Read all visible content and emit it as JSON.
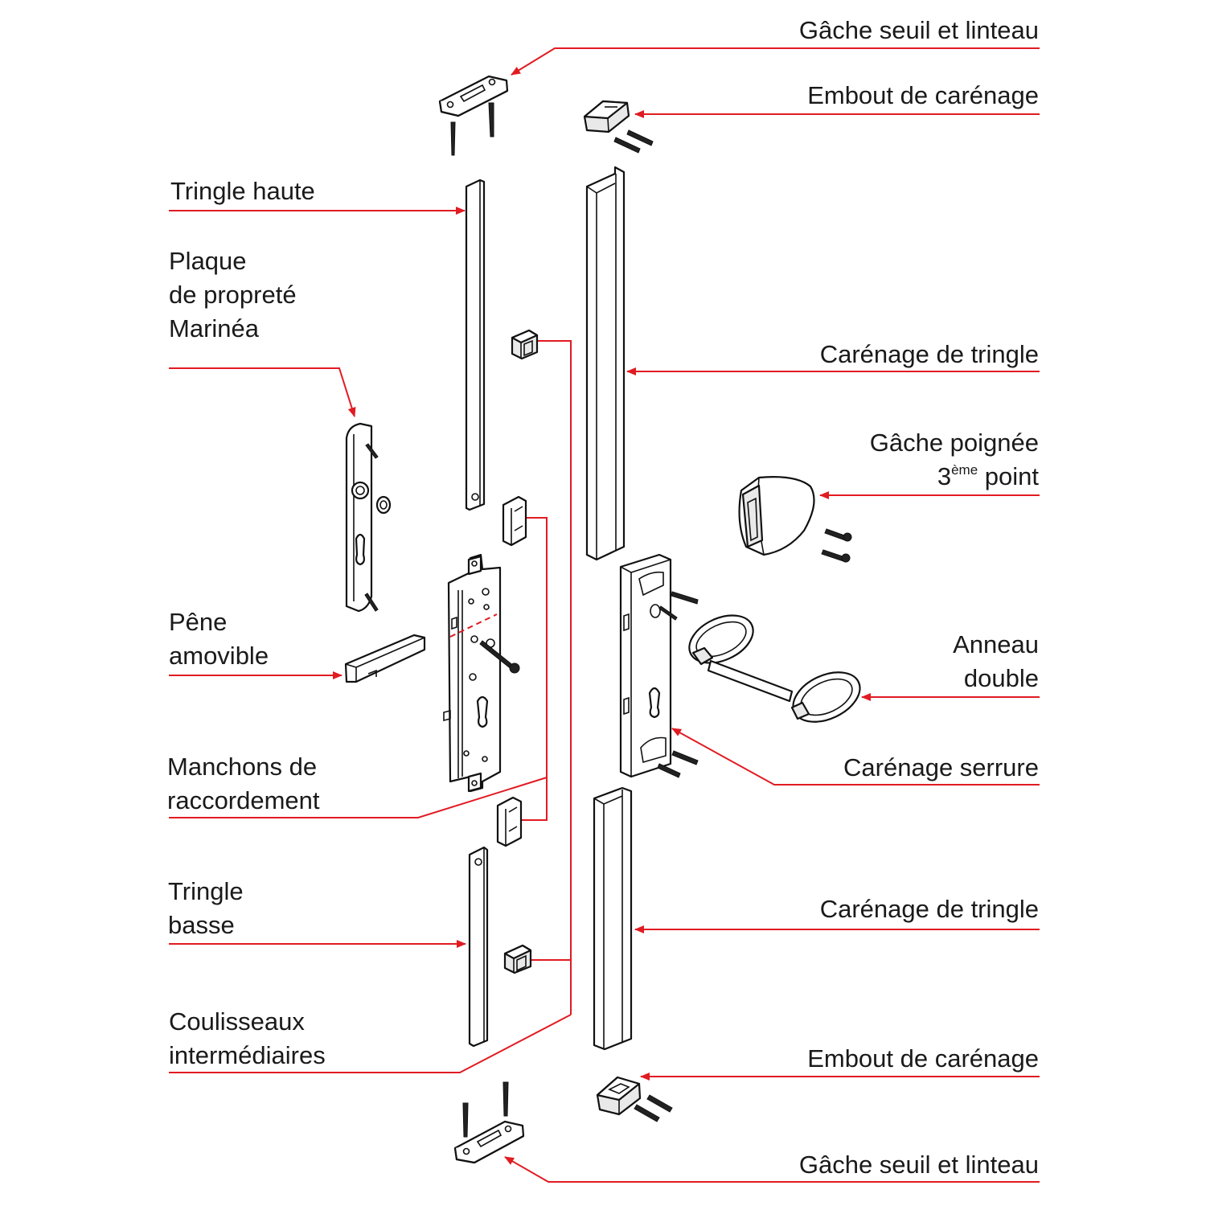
{
  "labels": {
    "gache_seuil_top": "Gâche seuil et linteau",
    "embout_top": "Embout de carénage",
    "tringle_haute": "Tringle haute",
    "plaque": [
      "Plaque",
      "de propreté",
      "Marinéa"
    ],
    "carenage_tringle_top": "Carénage de tringle",
    "gache_poignee_line1": "Gâche poignée",
    "gache_poignee_num": "3",
    "gache_poignee_sup": "ème",
    "gache_poignee_rest": " point",
    "pene": [
      "Pêne",
      "amovible"
    ],
    "anneau": [
      "Anneau",
      "double"
    ],
    "manchons": [
      "Manchons de",
      "raccordement"
    ],
    "carenage_serrure": "Carénage serrure",
    "tringle_basse": [
      "Tringle",
      "basse"
    ],
    "carenage_tringle_bottom": "Carénage de tringle",
    "coulisseaux": [
      "Coulisseaux",
      "intermédiaires"
    ],
    "embout_bottom": "Embout de carénage",
    "gache_seuil_bottom": "Gâche seuil et linteau"
  },
  "colors": {
    "leader": "#e11b22",
    "outline": "#111111",
    "text": "#1a1a1a"
  }
}
